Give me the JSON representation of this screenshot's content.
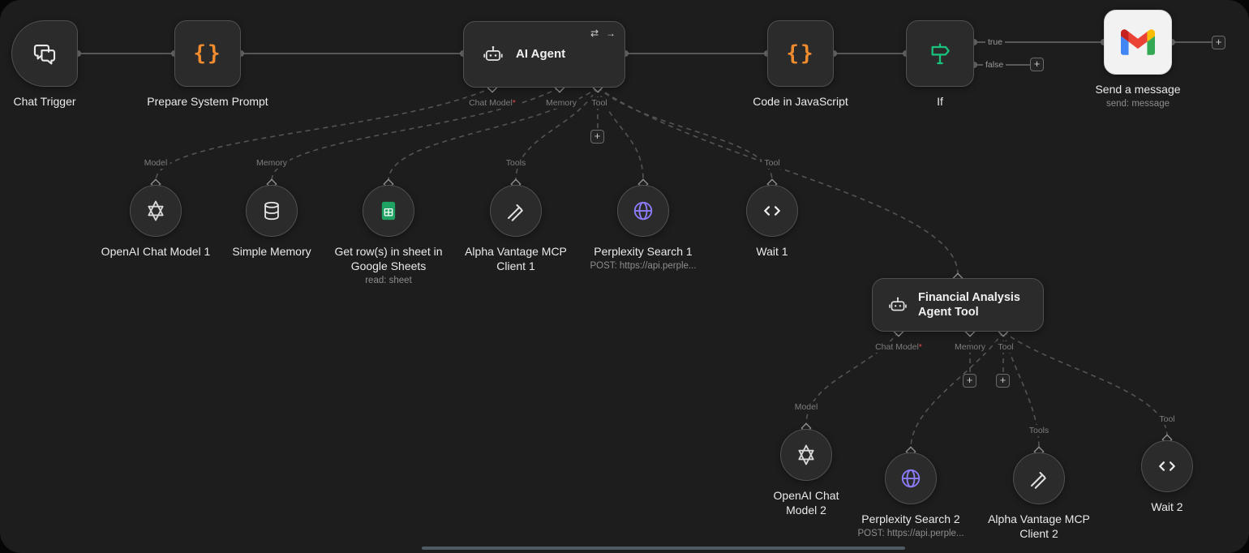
{
  "workflow": {
    "nodes": {
      "chat_trigger": {
        "label": "Chat Trigger"
      },
      "prepare_system_prompt": {
        "label": "Prepare System Prompt"
      },
      "ai_agent": {
        "title": "AI Agent"
      },
      "code_in_javascript": {
        "label": "Code in JavaScript"
      },
      "if_node": {
        "label": "If"
      },
      "send_a_message": {
        "label": "Send a message",
        "subtitle": "send: message"
      },
      "openai_chat_model_1": {
        "label": "OpenAI Chat Model 1"
      },
      "simple_memory": {
        "label": "Simple Memory"
      },
      "google_sheets": {
        "label": "Get row(s) in sheet in Google Sheets",
        "subtitle": "read: sheet"
      },
      "alpha_vantage_mcp_1": {
        "label": "Alpha Vantage MCP Client 1"
      },
      "perplexity_search_1": {
        "label": "Perplexity Search 1",
        "subtitle": "POST: https://api.perple..."
      },
      "wait_1": {
        "label": "Wait 1"
      },
      "financial_agent": {
        "title": "Financial Analysis Agent Tool"
      },
      "openai_chat_model_2": {
        "label": "OpenAI Chat Model 2"
      },
      "perplexity_search_2": {
        "label": "Perplexity Search 2",
        "subtitle": "POST: https://api.perple..."
      },
      "alpha_vantage_mcp_2": {
        "label": "Alpha Vantage MCP Client 2"
      },
      "wait_2": {
        "label": "Wait 2"
      }
    },
    "port_labels": {
      "chat_model": "Chat Model",
      "required_mark": "*",
      "memory": "Memory",
      "tool": "Tool",
      "tools": "Tools",
      "model": "Model"
    },
    "edge_labels": {
      "true_branch": "true",
      "false_branch": "false"
    },
    "icons": {
      "plus": "+",
      "braces": "{}",
      "rerun": "⇄",
      "execute": "→"
    }
  },
  "colors": {
    "canvas_bg": "#1d1d1e",
    "node_bg": "#2b2b2c",
    "accent_orange": "#f08c2e",
    "sheets_green": "#1ea362",
    "if_teal": "#19c37d",
    "globe_purple": "#8b7cf7",
    "required_red": "#e5484d",
    "edge_gray": "#585858"
  }
}
